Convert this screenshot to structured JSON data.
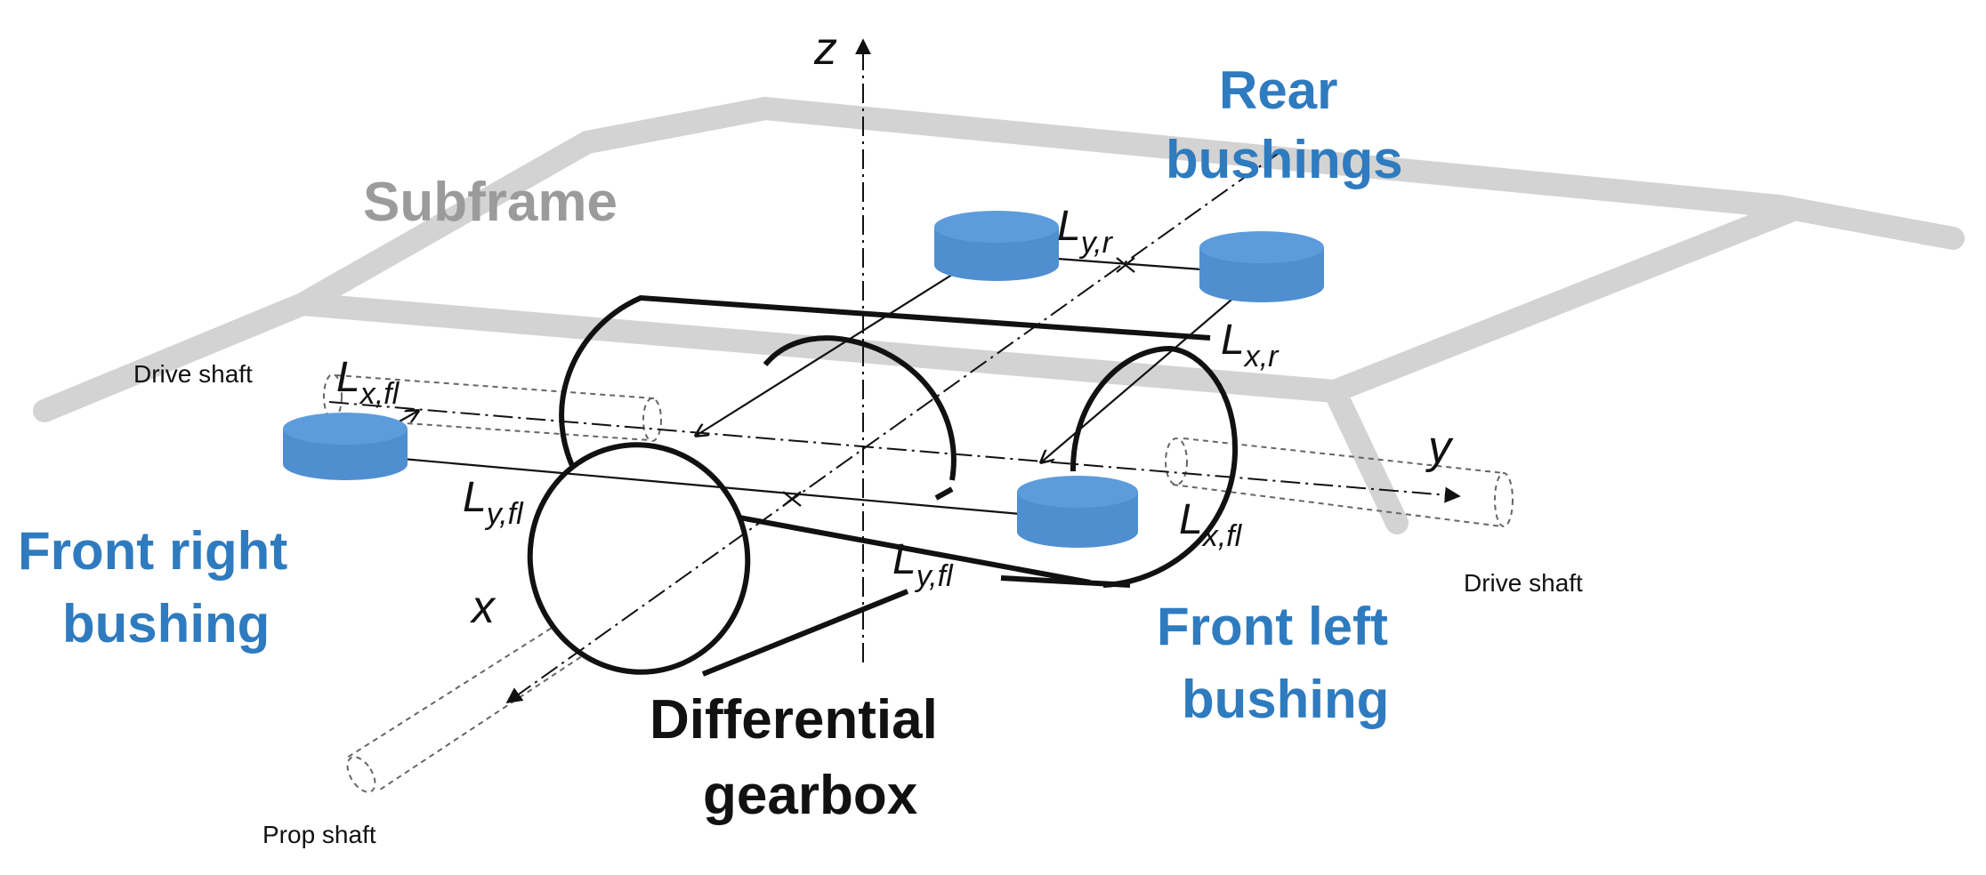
{
  "labels": {
    "subframe": "Subframe",
    "rear_line1": "Rear",
    "rear_line2": "bushings",
    "front_right_line1": "Front right",
    "front_right_line2": "bushing",
    "front_left_line1": "Front left",
    "front_left_line2": "bushing",
    "gearbox_line1": "Differential",
    "gearbox_line2": "gearbox",
    "drive_shaft_left": "Drive shaft",
    "drive_shaft_right": "Drive shaft",
    "prop_shaft": "Prop shaft"
  },
  "axes": {
    "x": "x",
    "y": "y",
    "z": "z"
  },
  "dimensions": {
    "ly_r": {
      "main": "L",
      "sub": "y,r"
    },
    "lx_r": {
      "main": "L",
      "sub": "x,r"
    },
    "lx_fl_left": {
      "main": "L",
      "sub": "x,fl"
    },
    "ly_fl_left": {
      "main": "L",
      "sub": "y,fl"
    },
    "ly_fl_mid": {
      "main": "L",
      "sub": "y,fl"
    },
    "lx_fl_right": {
      "main": "L",
      "sub": "x,fl"
    }
  },
  "colors": {
    "bushing": "#4f8fd0",
    "bushing_top": "#5d9cdc",
    "label_blue": "#2e7bbf",
    "subframe": "#d3d3d3",
    "subframe_text": "#9b9b9b"
  }
}
